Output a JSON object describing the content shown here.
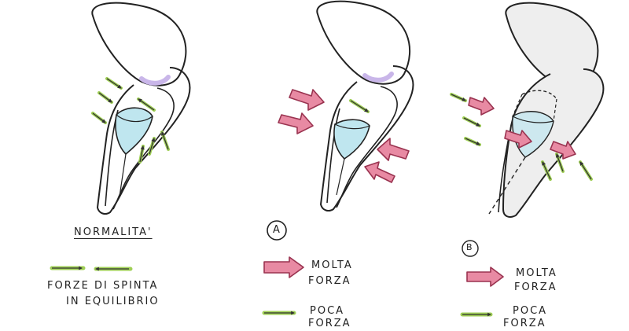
{
  "panel_normal": {
    "title": "NORMALITA'",
    "legend_text_line1": "FORZE DI SPINTA",
    "legend_text_line2": "IN EQUILIBRIO"
  },
  "panel_a": {
    "marker": "A",
    "legend_strong_line1": "MOLTA",
    "legend_strong_line2": "FORZA",
    "legend_weak_line1": "POCA",
    "legend_weak_line2": "FORZA"
  },
  "panel_b": {
    "marker": "B",
    "legend_strong_line1": "MOLTA",
    "legend_strong_line2": "FORZA",
    "legend_weak_line1": "POCA",
    "legend_weak_line2": "FORZA"
  },
  "colors": {
    "strong_force": "#e88aa3",
    "weak_force": "#9fcf55",
    "cup_fill": "#bfe6ef",
    "purple_band": "#c9b6e9",
    "canal_shade": "#eeeeee",
    "ink": "#222222"
  }
}
